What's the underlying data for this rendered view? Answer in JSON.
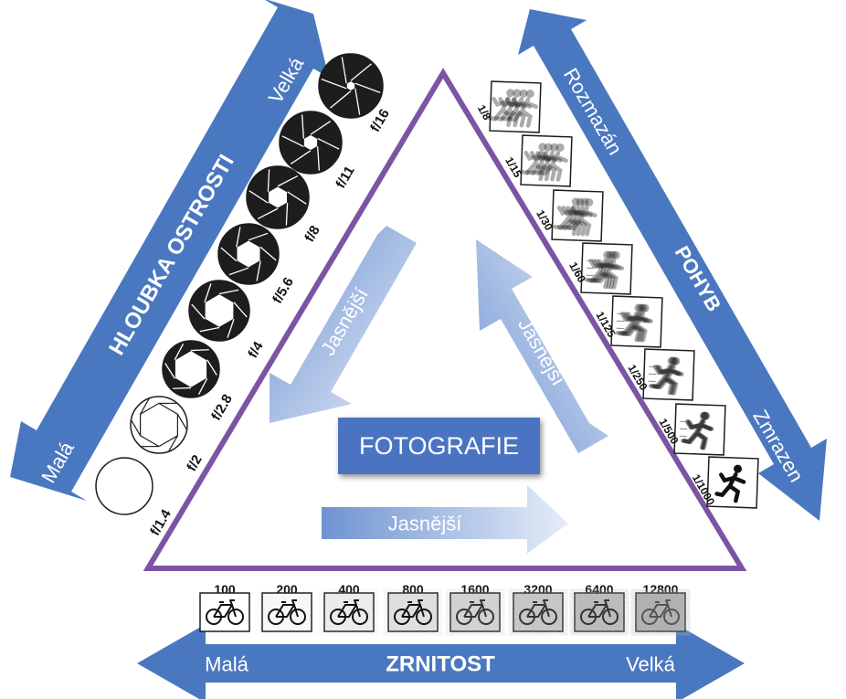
{
  "center_label": "FOTOGRAFIE",
  "aperture": {
    "title": "HLOUBKA OSTROSTI",
    "low_label": "Malá",
    "high_label": "Velká",
    "stops": [
      "f/1.4",
      "f/2",
      "f/2.8",
      "f/4",
      "f/5.6",
      "f/8",
      "f/11",
      "f/16"
    ],
    "inner_arrow_label": "Jasnější"
  },
  "shutter": {
    "title": "POHYB",
    "top_label": "Rozmazán",
    "bottom_label": "Zmrazen",
    "speeds": [
      "1/8",
      "1/15",
      "1/30",
      "1/60",
      "1/125",
      "1/250",
      "1/500",
      "1/1000"
    ],
    "inner_arrow_label": "Jasnější"
  },
  "iso": {
    "title": "ZRNITOST",
    "low_label": "Malá",
    "high_label": "Velká",
    "values": [
      "100",
      "200",
      "400",
      "800",
      "1600",
      "3200",
      "6400",
      "12800"
    ],
    "inner_arrow_label": "Jasnější"
  },
  "colors": {
    "arrow_blue": "#4a78c0",
    "triangle_purple": "#7b54a4",
    "center_box": "#4a74c2"
  }
}
